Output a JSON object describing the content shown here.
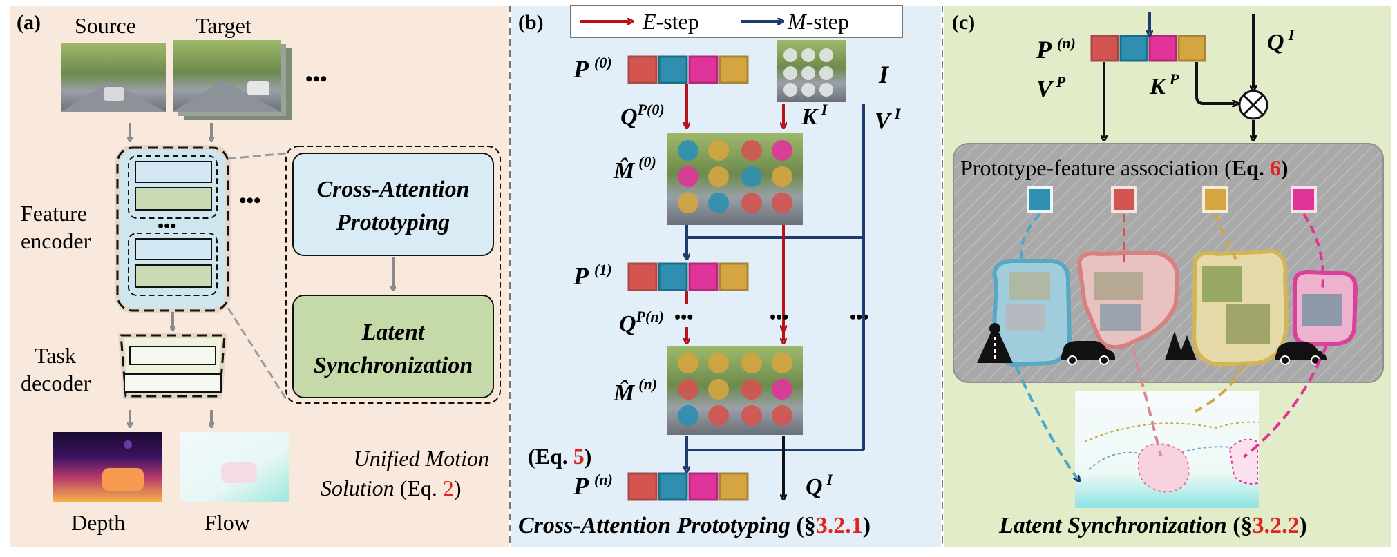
{
  "panel_a": {
    "tag": "(a)",
    "source_label": "Source",
    "target_label": "Target",
    "ellipsis": "•••",
    "encoder_label_1": "Feature",
    "encoder_label_2": "encoder",
    "decoder_label_1": "Task",
    "decoder_label_2": "decoder",
    "cap_label_1": "Cross-Attention",
    "cap_label_2": "Prototyping",
    "ls_label_1": "Latent",
    "ls_label_2": "Synchronization",
    "unified_1": "Unified Motion",
    "unified_2": "Solution",
    "unified_eq_pre": "(Eq. ",
    "unified_eq_num": "2",
    "unified_eq_post": ")",
    "depth_label": "Depth",
    "flow_label": "Flow"
  },
  "panel_b": {
    "tag": "(b)",
    "legend_e_sym": "E",
    "legend_e_text": "-step",
    "legend_m_sym": "M",
    "legend_m_text": "-step",
    "p0": "P",
    "p0_sup": "(0)",
    "p1": "P",
    "p1_sup": "(1)",
    "pn": "P",
    "pn_sup": "(n)",
    "i_label": "I",
    "qp0": "Q",
    "qp0_sup": "P(0)",
    "qpn": "Q",
    "qpn_sup": "P(n)",
    "ki": "K",
    "ki_sup": "I",
    "vi": "V",
    "vi_sup": "I",
    "m0": "M̂",
    "m0_sup": "(0)",
    "mn": "M̂",
    "mn_sup": "(n)",
    "qi": "Q",
    "qi_sup": "I",
    "eq5_pre": "(Eq. ",
    "eq5_num": "5",
    "eq5_post": ")",
    "dots": "•••",
    "caption": "Cross-Attention Prototyping",
    "caption_ref_pre": " (§",
    "caption_ref_num": "3.2.1",
    "caption_ref_post": ")"
  },
  "panel_c": {
    "tag": "(c)",
    "pn": "P",
    "pn_sup": "(n)",
    "qi": "Q",
    "qi_sup": "I",
    "vp": "V",
    "vp_sup": "P",
    "kp": "K",
    "kp_sup": "P",
    "assoc_label": "Prototype-feature association (",
    "assoc_eq_pre": "Eq. ",
    "assoc_eq_num": "6",
    "assoc_eq_post": ")",
    "caption": "Latent Synchronization",
    "caption_ref_pre": " (§",
    "caption_ref_num": "3.2.2",
    "caption_ref_post": ")"
  },
  "colors": {
    "proto_red": "#d35450",
    "proto_teal": "#2e8fb0",
    "proto_magenta": "#e0349a",
    "proto_gold": "#d4a540",
    "e_step": "#b5121b",
    "m_step": "#1f3a6e",
    "panel_a_bg": "#f8e9dc",
    "panel_b_bg": "#e3eff8",
    "panel_c_bg": "#e3ecc8"
  }
}
